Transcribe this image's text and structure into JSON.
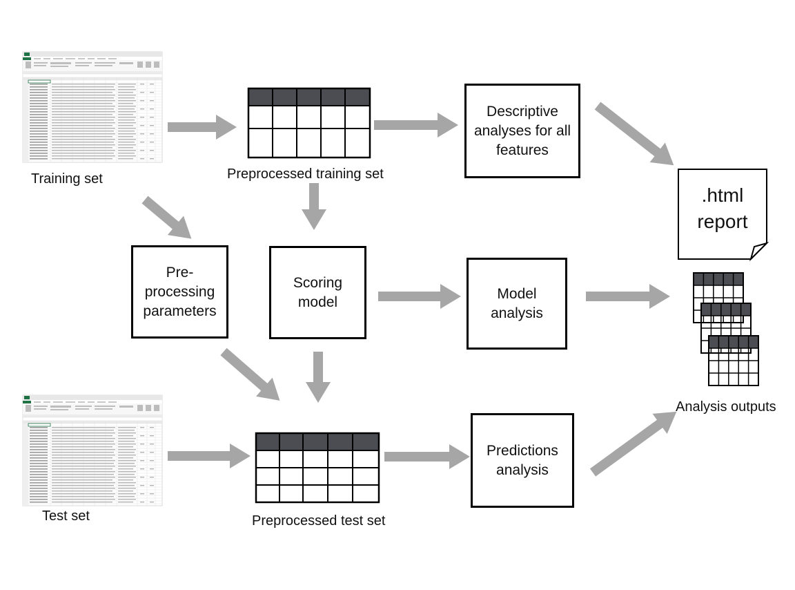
{
  "diagram": {
    "inputs": {
      "training_set": {
        "label": "Training  set",
        "icon": "spreadsheet-thumbnail"
      },
      "test_set": {
        "label": "Test set",
        "icon": "spreadsheet-thumbnail"
      }
    },
    "tables": {
      "preprocessed_training_set": "Preprocessed training set",
      "preprocessed_test_set": "Preprocessed test set"
    },
    "boxes": {
      "preprocessing_parameters": "Pre-\nprocessing\nparameters",
      "scoring_model": "Scoring\nmodel",
      "descriptive_analyses": "Descriptive\nanalyses for all\nfeatures",
      "model_analysis": "Model\nanalysis",
      "predictions_analysis": "Predictions\nanalysis"
    },
    "outputs": {
      "report": ".html\nreport",
      "analysis_outputs_label": "Analysis outputs"
    },
    "colors": {
      "arrow": "#a5a6a5",
      "table_header": "#4c4d52",
      "line": "#000000"
    }
  }
}
